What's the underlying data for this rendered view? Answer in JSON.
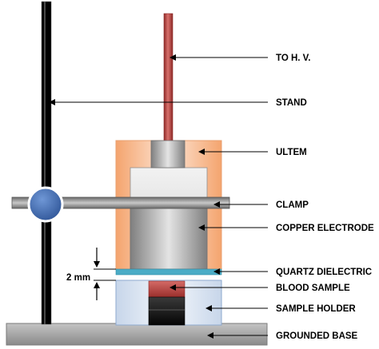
{
  "labels": {
    "hv": "TO H. V.",
    "stand": "STAND",
    "ultem": "ULTEM",
    "clamp": "CLAMP",
    "electrode": "COPPER ELECTRODE",
    "quartz": "QUARTZ DIELECTRIC",
    "blood": "BLOOD SAMPLE",
    "holder": "SAMPLE HOLDER",
    "base": "GROUNDED BASE"
  },
  "gap_label": "2 mm",
  "colors": {
    "stand": "#000000",
    "hv_lead": "#c0504d",
    "ultem_fill": "#f5b183",
    "electrode": "#a6a6a6",
    "quartz": "#4bacc6",
    "blood": "#c0504d",
    "clamp_knob": "#4472c4",
    "holder": "#dbe5f1",
    "base": "#a6a6a6"
  }
}
